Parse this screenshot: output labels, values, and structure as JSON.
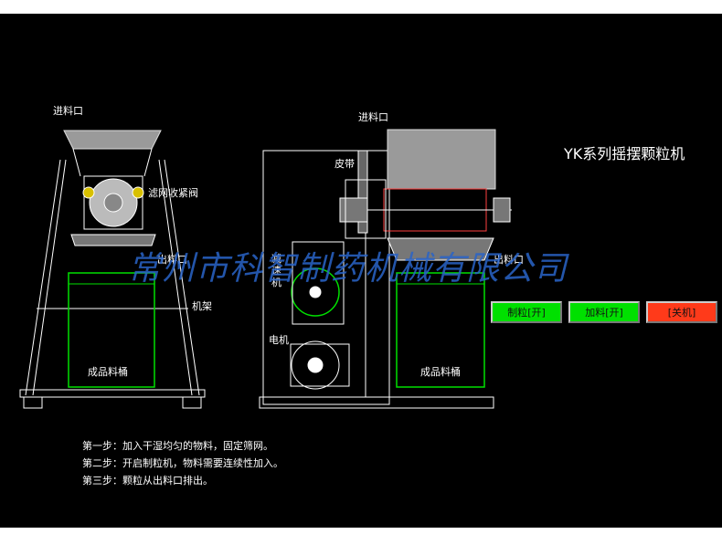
{
  "title": "YK系列摇摆颗粒机",
  "watermark": "常州市科智制药机械有限公司",
  "left_view": {
    "inlet": "进料口",
    "clamp_valve": "滤网收紧阀",
    "outlet": "出料口",
    "frame": "机架",
    "bucket": "成品料桶"
  },
  "right_view": {
    "inlet": "进料口",
    "belt": "皮带",
    "reducer": "减速机",
    "outlet": "出料口",
    "motor": "电机",
    "bucket": "成品料桶"
  },
  "buttons": [
    {
      "label": "制粒[开]",
      "color": "#00e000"
    },
    {
      "label": "加料[开]",
      "color": "#00e000"
    },
    {
      "label": "[关机]",
      "color": "#ff3a1a"
    }
  ],
  "steps": [
    "第一步：加入干湿均匀的物料，固定筛网。",
    "第二步：开启制粒机，物料需要连续性加入。",
    "第三步：颗粒从出料口排出。"
  ]
}
